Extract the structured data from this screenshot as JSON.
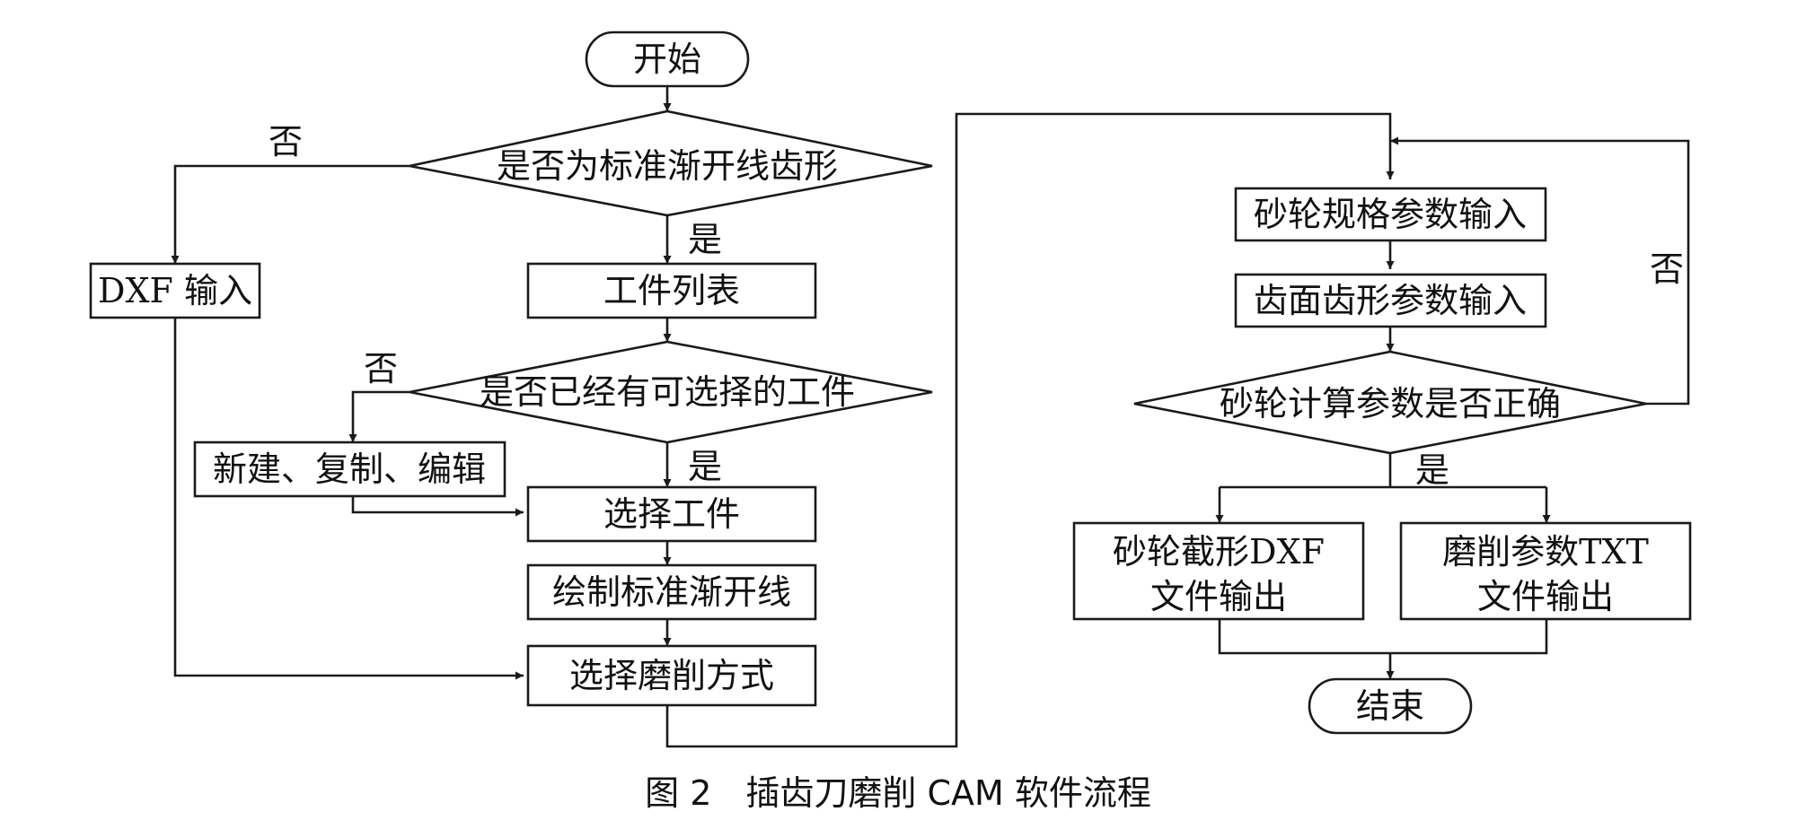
{
  "nodes": {
    "start": "开始",
    "is_standard": "是否为标准渐开线齿形",
    "dxf_input": "DXF 输入",
    "workpiece_list": "工件列表",
    "has_workpiece": "是否已经有可选择的工件",
    "new_copy_edit": "新建、复制、编辑",
    "select_workpiece": "选择工件",
    "draw_involute": "绘制标准渐开线",
    "select_grinding_mode": "选择磨削方式",
    "wheel_spec_input": "砂轮规格参数输入",
    "tooth_param_input": "齿面齿形参数输入",
    "wheel_calc_ok": "砂轮计算参数是否正确",
    "wheel_dxf_output_line1": "砂轮截形DXF",
    "wheel_dxf_output_line2": "文件输出",
    "grind_txt_output_line1": "磨削参数TXT",
    "grind_txt_output_line2": "文件输出",
    "end": "结束"
  },
  "branch_labels": {
    "yes_1": "是",
    "no_1": "否",
    "yes_2": "是",
    "no_2": "否",
    "yes_3": "是",
    "no_3": "否"
  },
  "caption": "图 2　插齿刀磨削 CAM 软件流程"
}
